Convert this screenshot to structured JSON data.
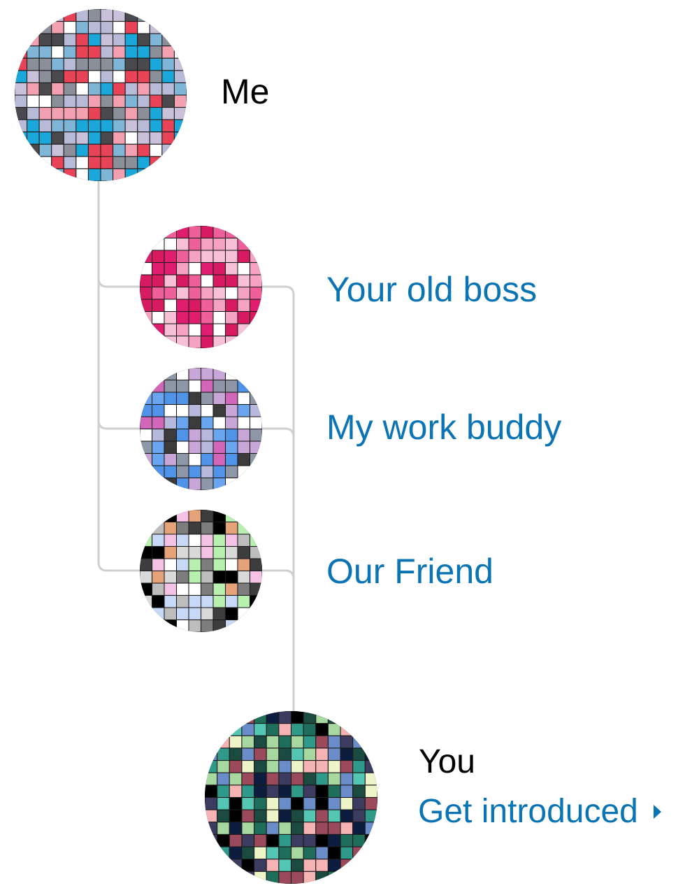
{
  "me": {
    "name": "Me",
    "palette": [
      "#1aa7d9",
      "#7fb6d8",
      "#b7bbd8",
      "#c9c0d9",
      "#4a4a4e",
      "#e84357",
      "#f3a0b0",
      "#ffffff",
      "#8a8f9a"
    ]
  },
  "connections": [
    {
      "name": "Your old boss",
      "palette": [
        "#e01d6f",
        "#ef5f9a",
        "#f6a3c3",
        "#f8c0d6",
        "#d81b60",
        "#ffffff"
      ]
    },
    {
      "name": "My work buddy",
      "palette": [
        "#d266b8",
        "#b7b9dc",
        "#4f94e8",
        "#3b3b3b",
        "#c8a6d8",
        "#ffffff",
        "#8e97a8",
        "#6aa6f0"
      ]
    },
    {
      "name": "Our Friend",
      "palette": [
        "#ffffff",
        "#d9d9d9",
        "#bdbdbd",
        "#7d7d7d",
        "#3d3d3d",
        "#c8d8f7",
        "#f3c2e4",
        "#b8f0b0",
        "#e6a37a",
        "#000000"
      ]
    }
  ],
  "you": {
    "name": "You",
    "cta_label": "Get introduced",
    "palette": [
      "#1f6e5b",
      "#2f9a8a",
      "#54c7b4",
      "#0d1d40",
      "#3c3c60",
      "#ecf4c8",
      "#f5b3b3",
      "#a6d8a0",
      "#9a4a5a",
      "#000000",
      "#6a8cc8",
      "#1b4a40"
    ]
  },
  "colors": {
    "link": "#0a74b5",
    "connector": "#cfcfcf"
  }
}
